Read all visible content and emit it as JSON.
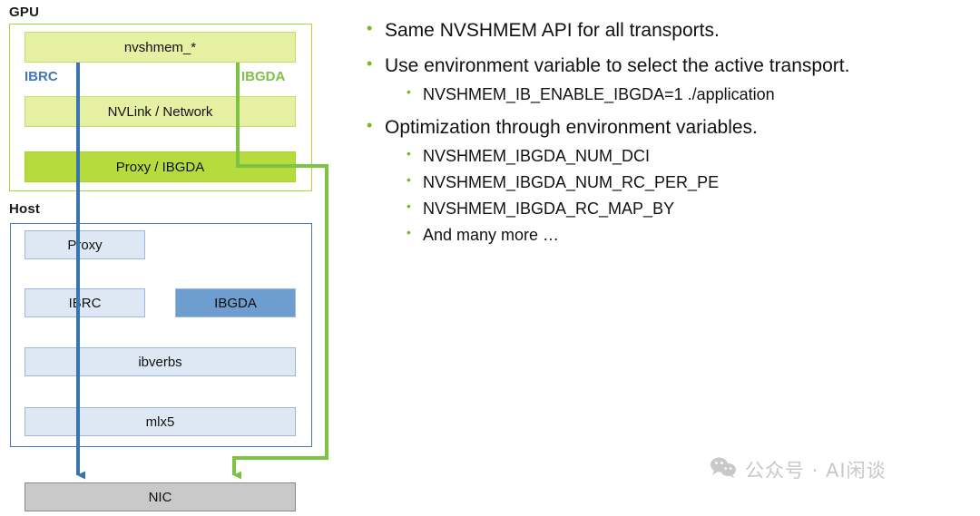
{
  "diagram": {
    "gpu": {
      "label": "GPU",
      "blocks": [
        {
          "id": "nvshmem",
          "label": "nvshmem_*",
          "style": "pale-green"
        },
        {
          "id": "nvlink-network",
          "label": "NVLink / Network",
          "style": "pale-green"
        },
        {
          "id": "proxy-ibgda",
          "label": "Proxy / IBGDA",
          "style": "bright-green"
        }
      ],
      "path_labels": [
        {
          "id": "ibrc",
          "label": "IBRC",
          "color": "#4477B8"
        },
        {
          "id": "ibgda",
          "label": "IBGDA",
          "color": "#7DC242"
        }
      ]
    },
    "host": {
      "label": "Host",
      "blocks": [
        {
          "id": "proxy",
          "label": "Proxy",
          "style": "pale-blue"
        },
        {
          "id": "ibrc",
          "label": "IBRC",
          "style": "pale-blue"
        },
        {
          "id": "ibgda",
          "label": "IBGDA",
          "style": "solid-blue"
        },
        {
          "id": "ibverbs",
          "label": "ibverbs",
          "style": "pale-blue"
        },
        {
          "id": "mlx5",
          "label": "mlx5",
          "style": "pale-blue"
        }
      ]
    },
    "nic": {
      "label": "NIC",
      "style": "gray"
    },
    "colors": {
      "pale_green_fill": "#E6F0A3",
      "pale_green_stroke": "#C7DE6E",
      "bright_green_fill": "#B5DC3C",
      "gpu_frame": "#A6D93A",
      "host_frame": "#4477B8",
      "pale_blue_fill": "#DEE8F4",
      "pale_blue_stroke": "#9DB8DC",
      "solid_blue_fill": "#6E9DD0",
      "gray_fill": "#C9C9C9",
      "gray_stroke": "#8A8A8A",
      "blue_arrow": "#3B72B0",
      "green_arrow": "#7DC242"
    }
  },
  "bullets": [
    {
      "level": 1,
      "text": "Same NVSHMEM API for all transports.",
      "children": []
    },
    {
      "level": 1,
      "text": "Use environment variable to select the active transport.",
      "children": [
        "NVSHMEM_IB_ENABLE_IBGDA=1 ./application"
      ]
    },
    {
      "level": 1,
      "text": "Optimization through environment variables.",
      "children": [
        "NVSHMEM_IBGDA_NUM_DCI",
        "NVSHMEM_IBGDA_NUM_RC_PER_PE",
        "NVSHMEM_IBGDA_RC_MAP_BY",
        "And many more …"
      ]
    }
  ],
  "watermark": {
    "icon": "wechat-icon",
    "text": "公众号 · AI闲谈",
    "color": "#C8C8C8"
  }
}
